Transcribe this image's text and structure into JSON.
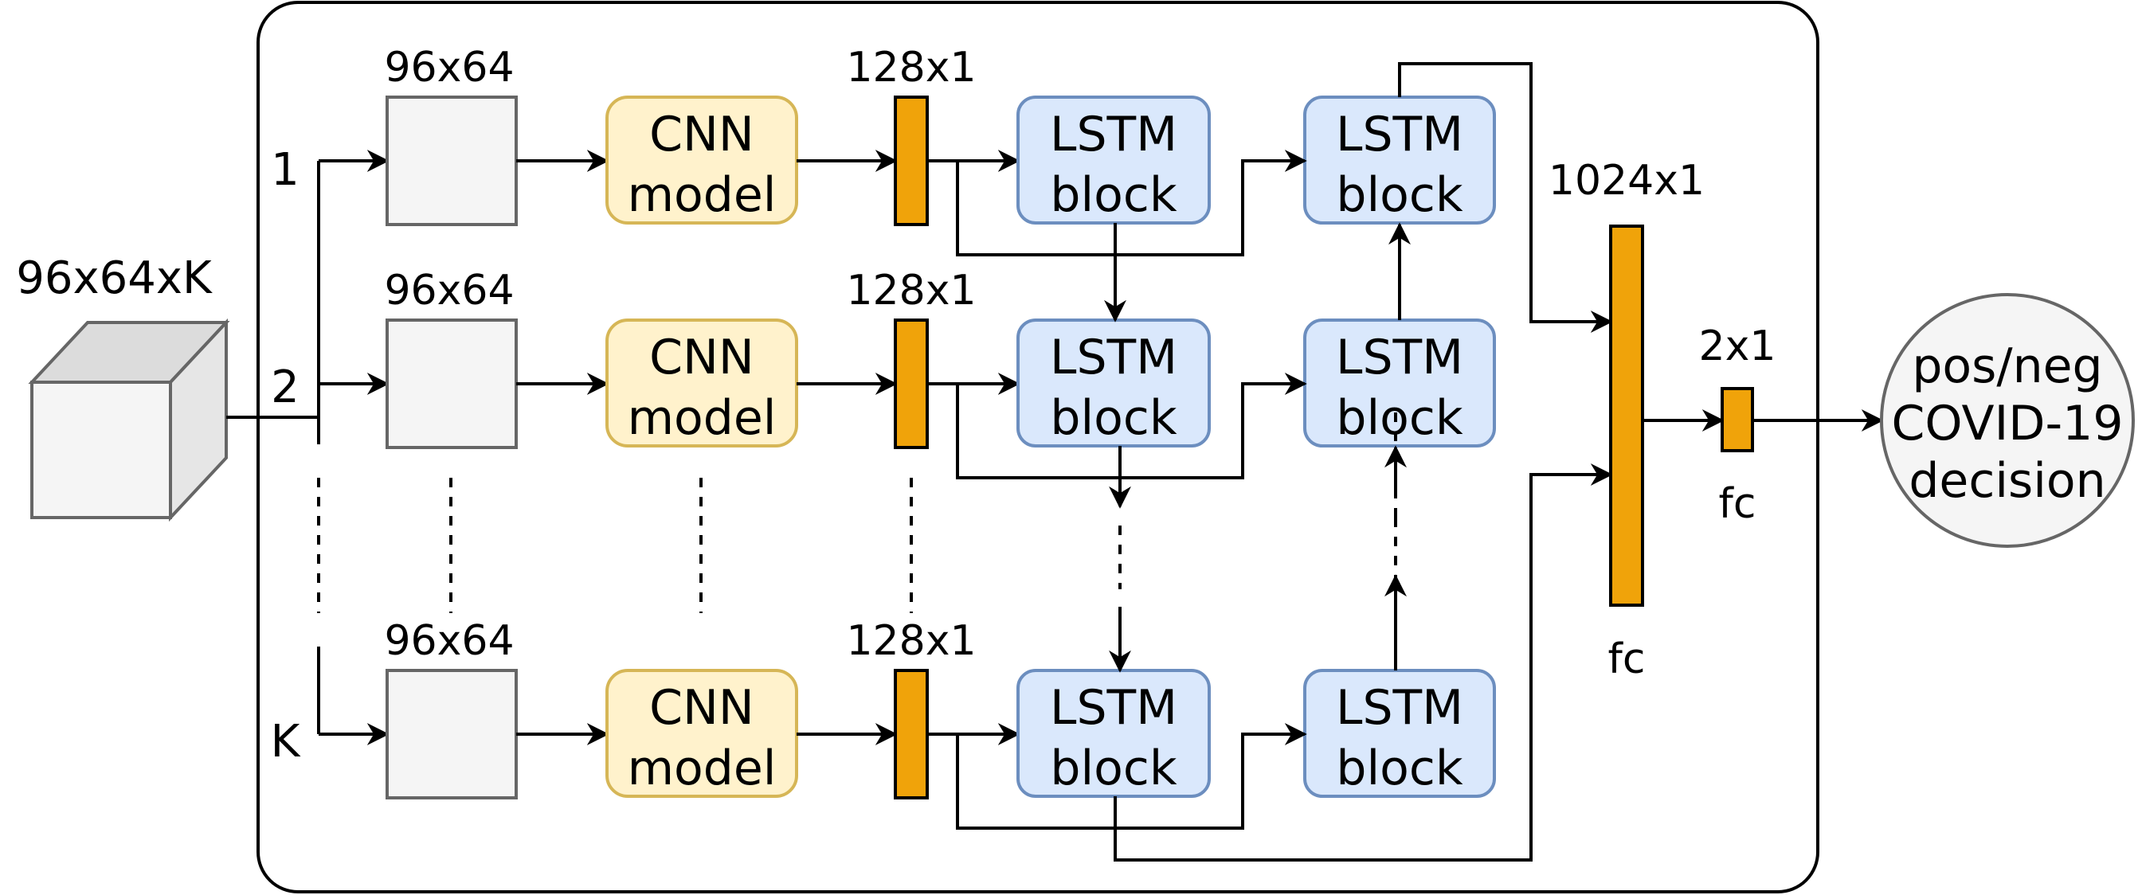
{
  "input": {
    "dims": "96x64xK"
  },
  "rows": [
    {
      "index": "1",
      "frame_dims": "96x64",
      "cnn": [
        "CNN",
        "model"
      ],
      "feat_dims": "128x1",
      "lstm1": [
        "LSTM",
        "block"
      ],
      "lstm2": [
        "LSTM",
        "block"
      ]
    },
    {
      "index": "2",
      "frame_dims": "96x64",
      "cnn": [
        "CNN",
        "model"
      ],
      "feat_dims": "128x1",
      "lstm1": [
        "LSTM",
        "block"
      ],
      "lstm2": [
        "LSTM",
        "block"
      ]
    },
    {
      "index": "K",
      "frame_dims": "96x64",
      "cnn": [
        "CNN",
        "model"
      ],
      "feat_dims": "128x1",
      "lstm1": [
        "LSTM",
        "block"
      ],
      "lstm2": [
        "LSTM",
        "block"
      ]
    }
  ],
  "fc1": {
    "dims": "1024x1",
    "label": "fc"
  },
  "fc2": {
    "dims": "2x1",
    "label": "fc"
  },
  "output": {
    "lines": [
      "pos/neg",
      "COVID-19",
      "decision"
    ]
  },
  "colors": {
    "cnn_fill": "#fff2cc",
    "cnn_stroke": "#d6b656",
    "lstm_fill": "#dae8fc",
    "lstm_stroke": "#6c8ebf",
    "fc_fill": "#f0a30a",
    "frame_fill": "#f5f5f5",
    "frame_stroke": "#666666",
    "output_fill": "#f5f5f5"
  }
}
